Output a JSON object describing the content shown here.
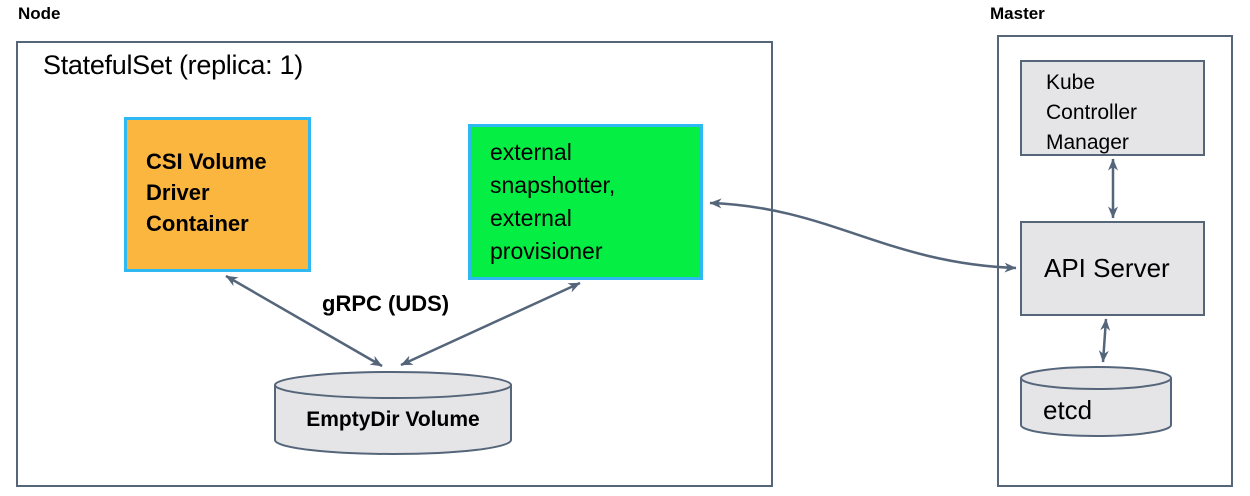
{
  "colors": {
    "line": "#55657a",
    "border_accent": "#2fb9f2",
    "orange": "#fbb640",
    "green": "#05ee44",
    "gray": "#e5e5e7"
  },
  "node": {
    "label": "Node",
    "statefulset_label": "StatefulSet (replica: 1)",
    "csi_box": {
      "lines": [
        "CSI Volume",
        "Driver",
        "Container"
      ]
    },
    "sidecar_box": {
      "lines": [
        "external",
        "snapshotter,",
        "external",
        "provisioner"
      ]
    },
    "grpc_label": "gRPC (UDS)",
    "emptydir": {
      "label": "EmptyDir Volume"
    }
  },
  "master": {
    "label": "Master",
    "kube_controller_manager": {
      "lines": [
        "Kube",
        "Controller",
        "Manager"
      ]
    },
    "api_server": {
      "label": "API Server"
    },
    "etcd": {
      "label": "etcd"
    }
  }
}
